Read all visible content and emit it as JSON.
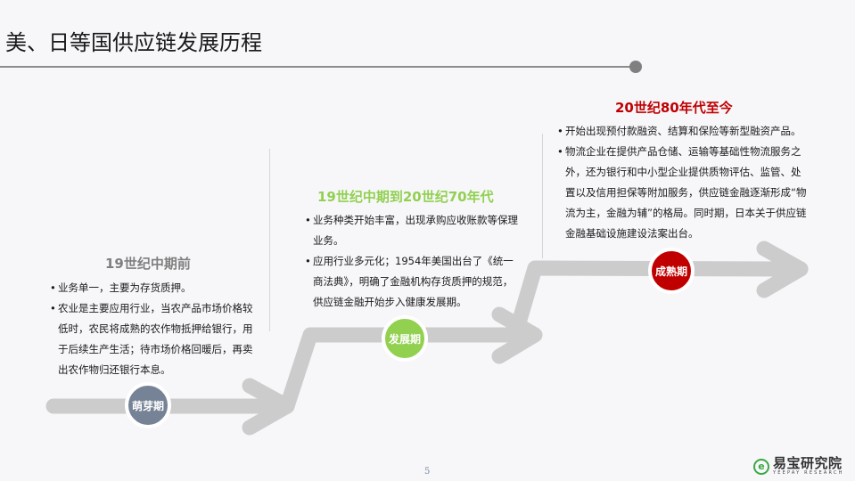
{
  "header": {
    "title": "美、日等国供应链发展历程"
  },
  "phases": [
    {
      "badge": "萌芽期",
      "badge_color": "#768295",
      "period": "19世纪中期前",
      "period_color": "#7f7f7f",
      "items": [
        "业务单一，主要为存货质押。",
        "农业是主要应用行业，当农产品市场价格较低时，农民将成熟的农作物抵押给银行，用于后续生产生活；待市场价格回暖后，再卖出农作物归还银行本息。"
      ]
    },
    {
      "badge": "发展期",
      "badge_color": "#92d050",
      "period": "19世纪中期到20世纪70年代",
      "period_color": "#92d050",
      "items": [
        "业务种类开始丰富，出现承购应收账款等保理业务。",
        "应用行业多元化；1954年美国出台了《统一商法典》，明确了金融机构存货质押的规范，供应链金融开始步入健康发展期。"
      ]
    },
    {
      "badge": "成熟期",
      "badge_color": "#c00000",
      "period": "20世纪80年代至今",
      "period_color": "#c00000",
      "items": [
        "开始出现预付款融资、结算和保险等新型融资产品。",
        "物流企业在提供产品仓储、运输等基础性物流服务之外，还为银行和中小型企业提供质物评估、监管、处置以及信用担保等附加服务，供应链金融逐渐形成“物流为主，金融为辅”的格局。同时期，日本关于供应链金融基础设施建设法案出台。"
      ]
    }
  ],
  "footer": {
    "page_number": "5",
    "logo_name": "易宝研究院",
    "logo_sub": "YEEPAY RESEARCH",
    "logo_glyph": "e"
  },
  "colors": {
    "arrow": "#cccccc",
    "background": "#f7f7fa"
  }
}
